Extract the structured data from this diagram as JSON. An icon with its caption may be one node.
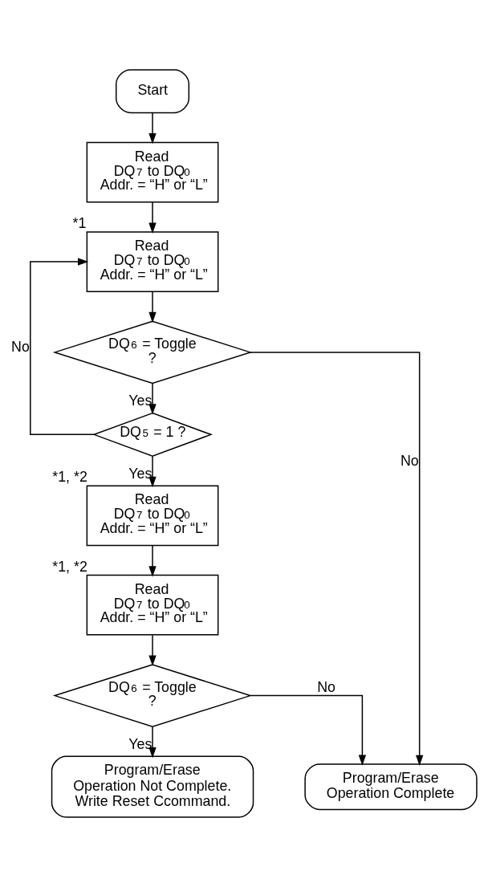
{
  "diagram": {
    "nodes": [
      {
        "text": [
          "Start"
        ]
      },
      {
        "text": [
          "Read",
          "DQ$_{7}$ to DQ$_{0}$",
          "Addr. = “H” or “L”"
        ]
      },
      {
        "text": [
          "Read",
          "DQ$_{7}$ to DQ$_{0}$",
          "Addr. = “H” or “L”"
        ],
        "beside": [
          "*1"
        ]
      },
      {
        "text": [
          "DQ$_{6}$ = Toggle",
          "?"
        ]
      },
      {
        "text": [
          "DQ$_{5}$ = 1 ?"
        ]
      },
      {
        "text": [
          "Read",
          "DQ$_{7}$ to DQ$_{0}$",
          "Addr. = “H” or “L”"
        ],
        "beside": [
          "*1, *2"
        ]
      },
      {
        "text": [
          "Read",
          "DQ$_{7}$ to DQ$_{0}$",
          "Addr. = “H” or “L”"
        ],
        "beside": [
          "*1, *2"
        ]
      },
      {
        "text": [
          "DQ$_{6}$ = Toggle",
          "?"
        ]
      },
      {
        "text": [
          "Program/Erase Operation Not Complete. Write Reset Ccommand."
        ]
      },
      {
        "text": [
          "Program/Erase Operation Complete"
        ]
      }
    ],
    "edges": [
      {
        "from": 0,
        "to": 1,
        "arrow": "to"
      },
      {
        "from": 1,
        "to": 2,
        "arrow": "to"
      },
      {
        "from": 2,
        "to": 3,
        "arrow": "to"
      },
      {
        "from": 3,
        "to": 4,
        "arrow": "to",
        "label": "Yes"
      },
      {
        "from": 4,
        "to": 2,
        "arrow": "to",
        "label": "No"
      },
      {
        "from": 3,
        "to": 9,
        "arrow": "to",
        "label": "No"
      },
      {
        "from": 4,
        "to": 5,
        "arrow": "to",
        "label": "Yes"
      },
      {
        "from": 5,
        "to": 6,
        "arrow": "to"
      },
      {
        "from": 6,
        "to": 7,
        "arrow": "to"
      },
      {
        "from": 7,
        "to": 8,
        "arrow": "to",
        "label": "Yes"
      },
      {
        "from": 7,
        "to": 9,
        "arrow": "to",
        "label": "No"
      }
    ]
  }
}
